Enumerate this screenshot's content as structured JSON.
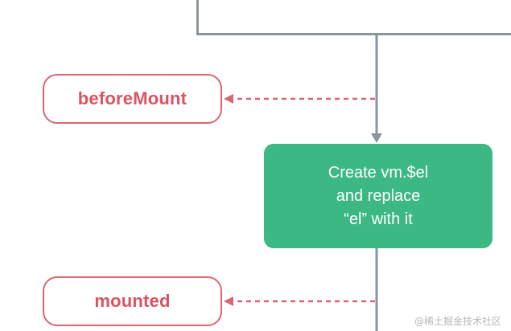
{
  "diagram": {
    "hooks": {
      "before_mount": "beforeMount",
      "mounted": "mounted"
    },
    "process_step": {
      "line1": "Create vm.$el",
      "line2": "and replace",
      "line3": "“el” with it"
    }
  },
  "watermark": "@稀土掘金技术社区",
  "colors": {
    "hook_border": "#d96670",
    "hook_text": "#d9545f",
    "process_fill": "#3cb882",
    "flow_line": "#8a959c"
  }
}
